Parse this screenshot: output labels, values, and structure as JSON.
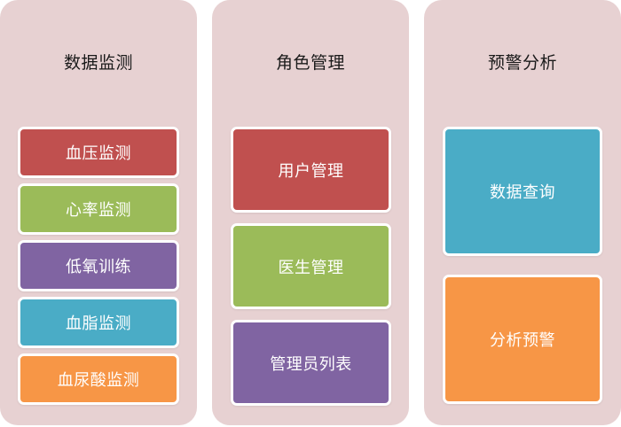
{
  "columns": [
    {
      "title": "数据监测",
      "items": [
        {
          "label": "血压监测",
          "color": "#c0504f"
        },
        {
          "label": "心率监测",
          "color": "#9bbb59"
        },
        {
          "label": "低氧训练",
          "color": "#8064a2"
        },
        {
          "label": "血脂监测",
          "color": "#4aacc6"
        },
        {
          "label": "血尿酸监测",
          "color": "#f79646"
        }
      ]
    },
    {
      "title": "角色管理",
      "items": [
        {
          "label": "用户管理",
          "color": "#c0504f"
        },
        {
          "label": "医生管理",
          "color": "#9bbb59"
        },
        {
          "label": "管理员列表",
          "color": "#8064a2"
        }
      ]
    },
    {
      "title": "预警分析",
      "items": [
        {
          "label": "数据查询",
          "color": "#4aacc6"
        },
        {
          "label": "分析预警",
          "color": "#f79646"
        }
      ]
    }
  ],
  "colors": {
    "column_background": "#e7d1d2",
    "red": "#c0504f",
    "green": "#9bbb59",
    "purple": "#8064a2",
    "teal": "#4aacc6",
    "orange": "#f79646"
  }
}
